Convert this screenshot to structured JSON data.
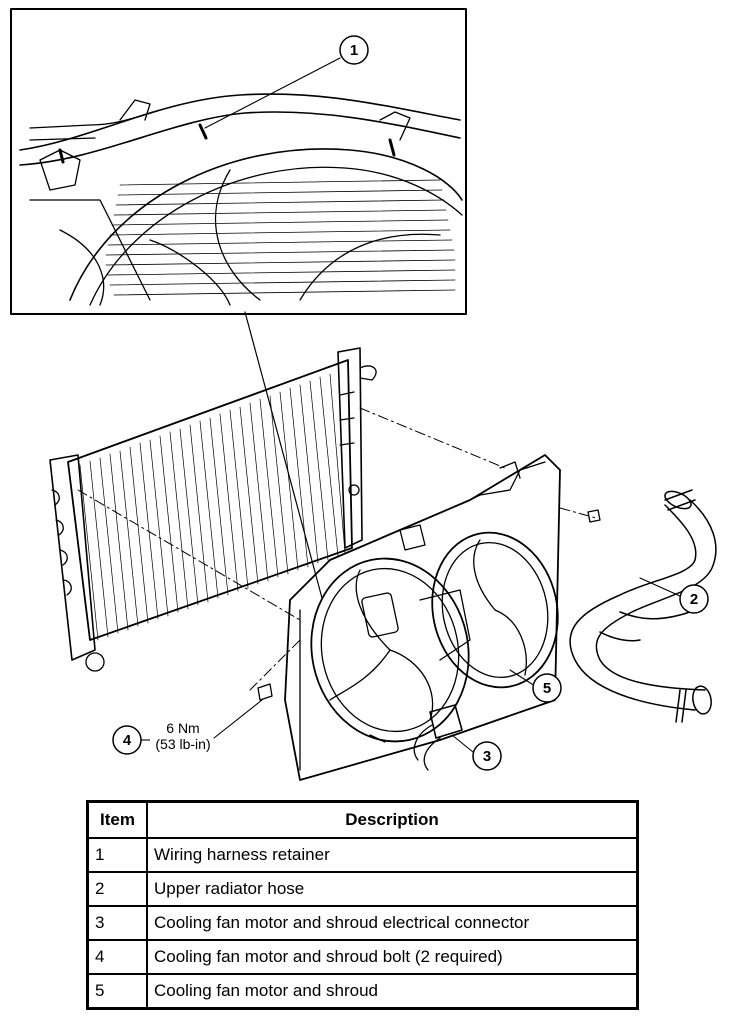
{
  "callouts": [
    {
      "number": "1"
    },
    {
      "number": "2"
    },
    {
      "number": "3"
    },
    {
      "number": "4"
    },
    {
      "number": "5"
    }
  ],
  "torque": {
    "value": "6 Nm",
    "imperial": "(53 lb-in)"
  },
  "table": {
    "headers": {
      "item": "Item",
      "description": "Description"
    },
    "rows": [
      {
        "item": "1",
        "description": "Wiring harness retainer"
      },
      {
        "item": "2",
        "description": "Upper radiator hose"
      },
      {
        "item": "3",
        "description": "Cooling fan motor and shroud electrical connector"
      },
      {
        "item": "4",
        "description": "Cooling fan motor and shroud bolt (2 required)"
      },
      {
        "item": "5",
        "description": "Cooling fan motor and shroud"
      }
    ]
  }
}
